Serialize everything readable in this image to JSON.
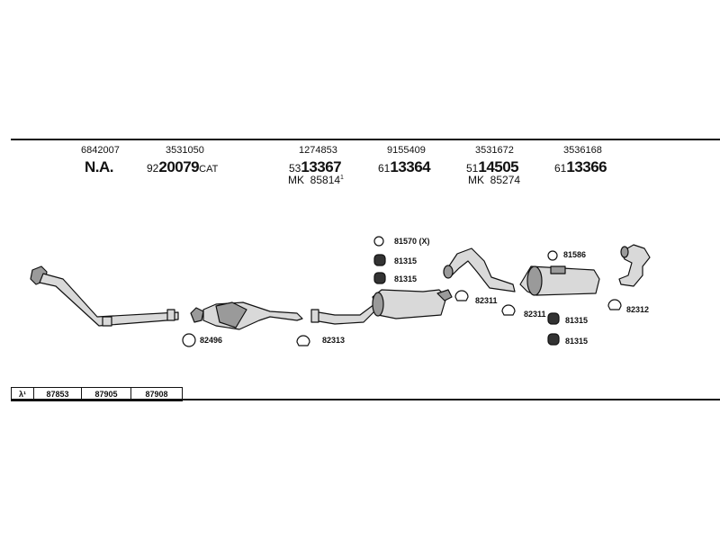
{
  "top_row": [
    {
      "ref": "6842007",
      "line_plain": "N.A.",
      "line_prefix": "",
      "line_big": "",
      "line_suffix": "",
      "mk": "",
      "mk_num": "",
      "mk_sup": ""
    },
    {
      "ref": "3531050",
      "line_plain": "",
      "line_prefix": "92",
      "line_big": "20079",
      "line_suffix": "CAT",
      "mk": "",
      "mk_num": "",
      "mk_sup": ""
    },
    {
      "ref": "1274853",
      "line_plain": "",
      "line_prefix": "53",
      "line_big": "13367",
      "line_suffix": "",
      "mk": "MK",
      "mk_num": "85814",
      "mk_sup": "1"
    },
    {
      "ref": "9155409",
      "line_plain": "",
      "line_prefix": "61",
      "line_big": "13364",
      "line_suffix": "",
      "mk": "",
      "mk_num": "",
      "mk_sup": ""
    },
    {
      "ref": "3531672",
      "line_plain": "",
      "line_prefix": "51",
      "line_big": "14505",
      "line_suffix": "",
      "mk": "MK",
      "mk_num": "85274",
      "mk_sup": ""
    },
    {
      "ref": "3536168",
      "line_plain": "",
      "line_prefix": "61",
      "line_big": "13366",
      "line_suffix": "",
      "mk": "",
      "mk_num": "",
      "mk_sup": ""
    }
  ],
  "callouts": {
    "c81570": "81570 (X)",
    "c81315a": "81315",
    "c81315b": "81315",
    "c81586": "81586",
    "c82311a": "82311",
    "c82311b": "82311",
    "c81315c": "81315",
    "c81315d": "81315",
    "c82312": "82312",
    "c82496": "82496",
    "c82313": "82313"
  },
  "bottom_boxes": [
    "λ¹",
    "87853",
    "87905",
    "87908"
  ],
  "colors": {
    "line": "#111111",
    "part_fill": "#d9d9d9",
    "part_dark": "#9a9a9a",
    "background": "#ffffff"
  }
}
